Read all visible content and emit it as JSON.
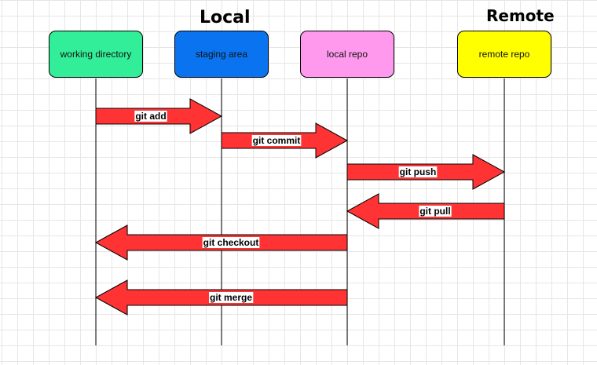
{
  "headings": {
    "local": "Local",
    "remote": "Remote"
  },
  "boxes": [
    {
      "id": "working",
      "label": "working directory",
      "color": "#33ee99"
    },
    {
      "id": "staging",
      "label": "staging area",
      "color": "#0a74f0"
    },
    {
      "id": "local",
      "label": "local repo",
      "color": "#ff99ee"
    },
    {
      "id": "remote",
      "label": "remote repo",
      "color": "#ffff00"
    }
  ],
  "arrows": [
    {
      "label": "git add",
      "from": "working",
      "to": "staging"
    },
    {
      "label": "git commit",
      "from": "staging",
      "to": "local"
    },
    {
      "label": "git push",
      "from": "local",
      "to": "remote"
    },
    {
      "label": "git pull",
      "from": "remote",
      "to": "local"
    },
    {
      "label": "git checkout",
      "from": "local",
      "to": "working"
    },
    {
      "label": "git merge",
      "from": "local",
      "to": "working"
    }
  ],
  "colors": {
    "arrow_fill": "#ff3333",
    "label_bg": "#ffffff",
    "lifeline": "#000000"
  }
}
